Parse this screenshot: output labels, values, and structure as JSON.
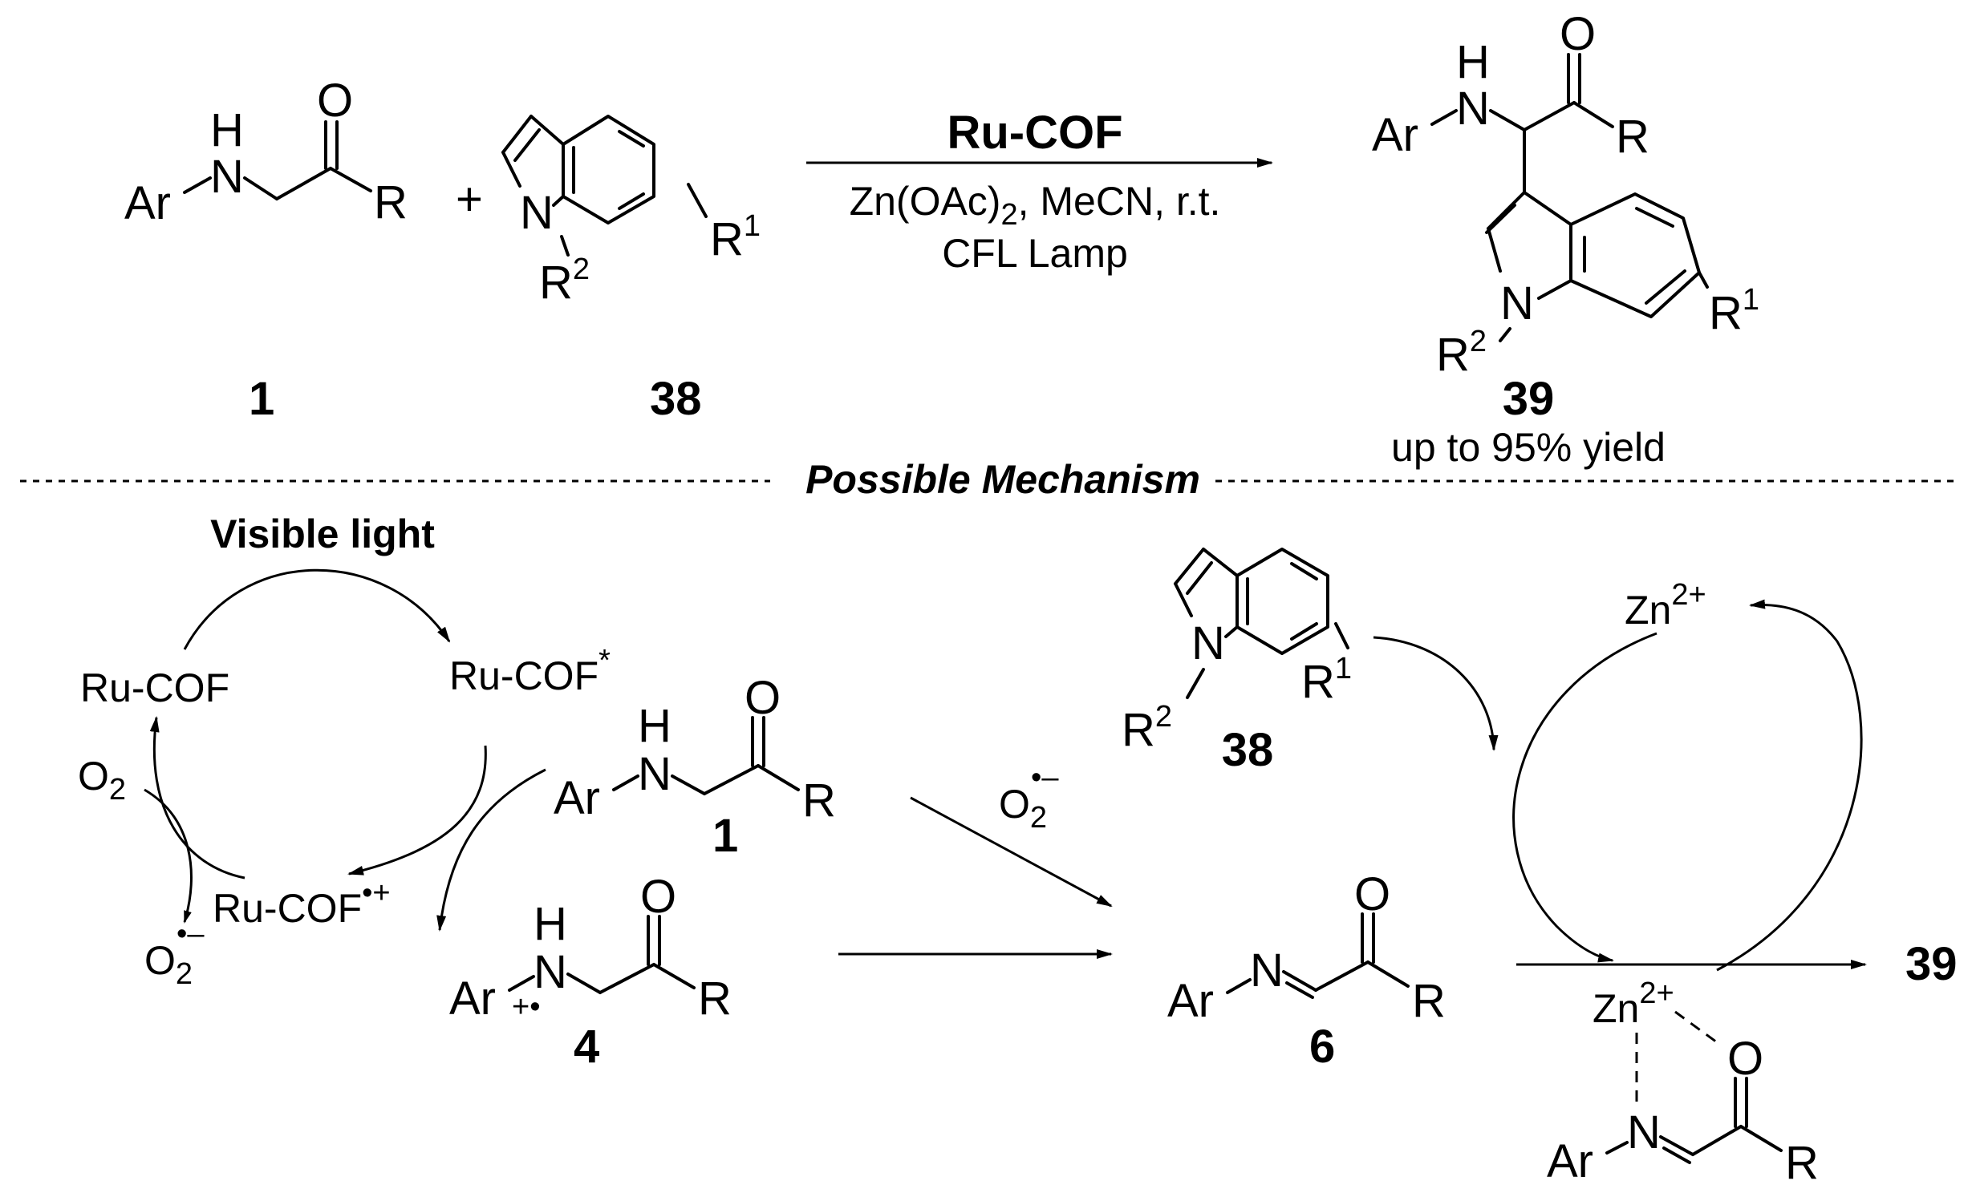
{
  "scheme": {
    "atoms": {
      "ar": "Ar",
      "n": "N",
      "h": "H",
      "o": "O",
      "r": "R",
      "r1": "R",
      "r1_sup": "1",
      "r2": "R",
      "r2_sup": "2",
      "plus": "+"
    },
    "labels": {
      "compound_1": "1",
      "compound_38": "38",
      "compound_39": "39",
      "yield": "up to 95% yield"
    },
    "conditions": {
      "catalyst": "Ru-COF",
      "line2_a": "Zn(OAc)",
      "line2_sub": "2",
      "line2_b": ", MeCN, r.t.",
      "line3": "CFL Lamp"
    }
  },
  "mechanism": {
    "title": "Possible Mechanism",
    "visible_light": "Visible light",
    "ru_cof": "Ru-COF",
    "ru_cof_excited": "Ru-COF",
    "ru_cof_excited_sup": "*",
    "ru_cof_radical_cation": "Ru-COF",
    "ru_cof_radical_cation_sup": "•+",
    "o2": "O",
    "o2_sub": "2",
    "superoxide_sup": "•–",
    "radical_cation_mark": "+•",
    "zn": "Zn",
    "zn_sup": "2+",
    "compound_1": "1",
    "compound_4": "4",
    "compound_6": "6",
    "compound_38": "38",
    "compound_39": "39"
  },
  "colors": {
    "ink": "#000000",
    "background": "#ffffff"
  }
}
